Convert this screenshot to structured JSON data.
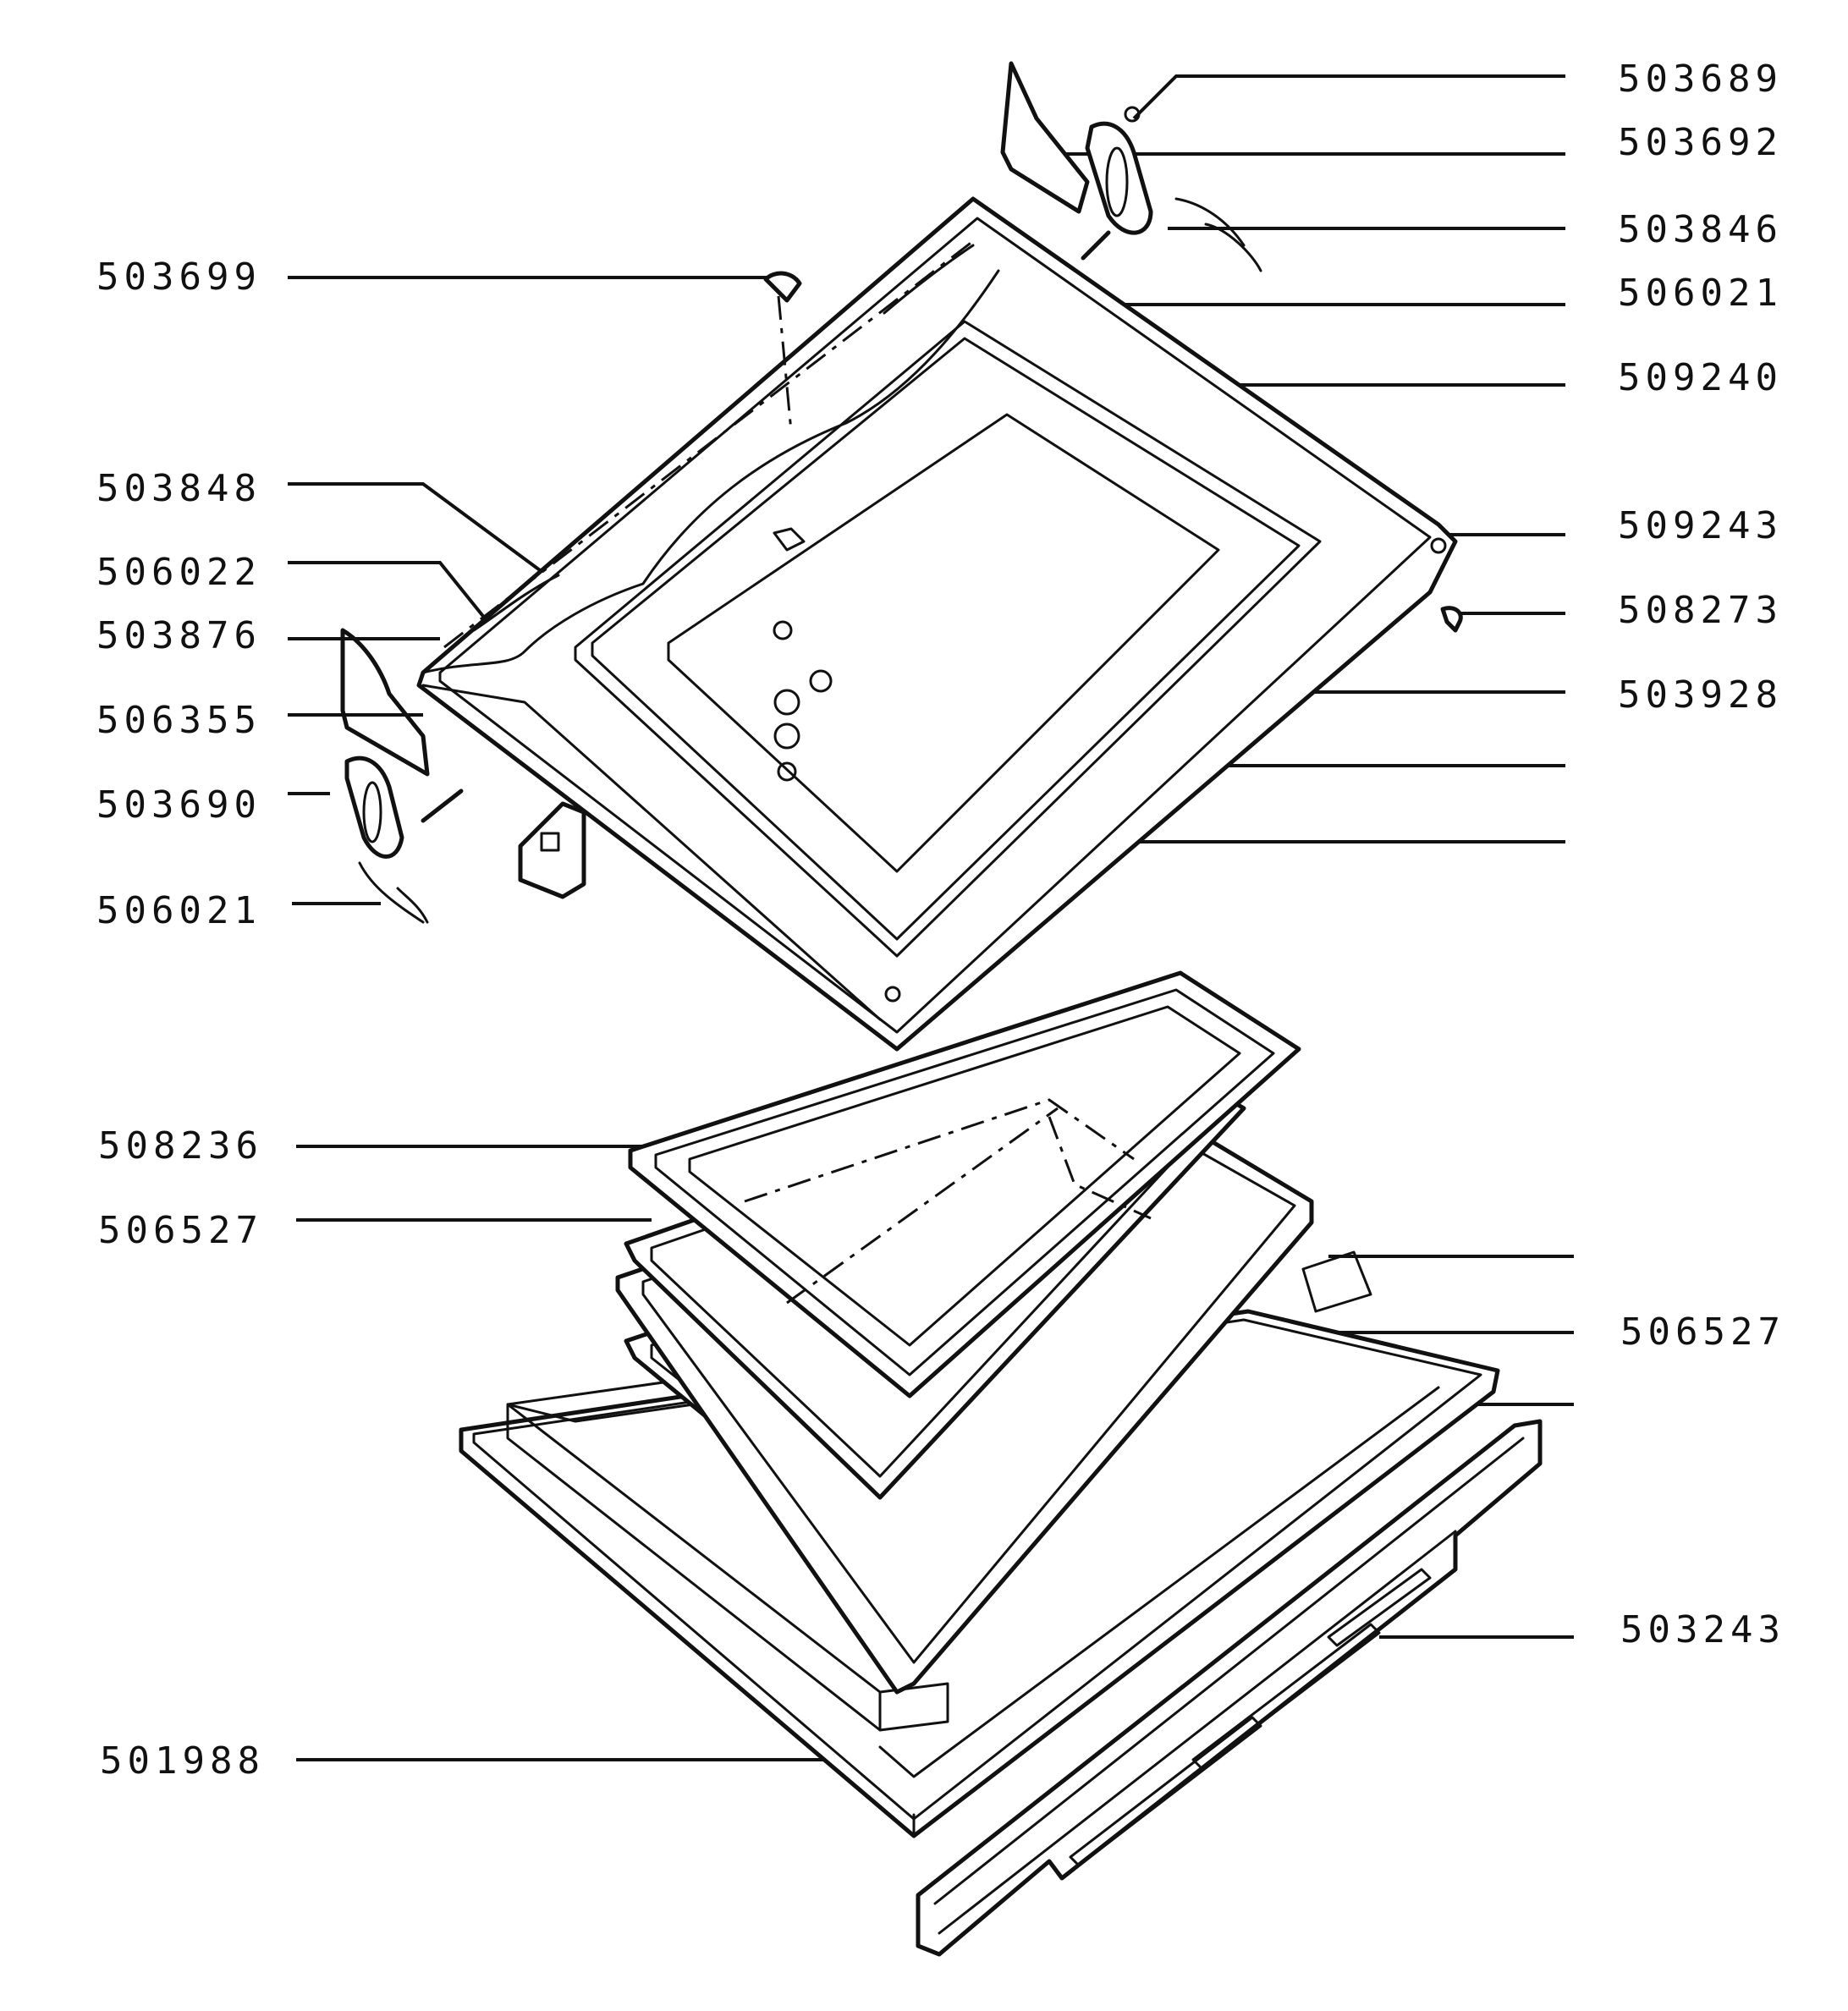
{
  "labels": {
    "left": [
      {
        "id": "503699",
        "text": "503699"
      },
      {
        "id": "503848",
        "text": "503848"
      },
      {
        "id": "506022",
        "text": "506022"
      },
      {
        "id": "503876",
        "text": "503876"
      },
      {
        "id": "506355",
        "text": "506355"
      },
      {
        "id": "503690",
        "text": "503690"
      },
      {
        "id": "506021_left",
        "text": "506021"
      },
      {
        "id": "508236",
        "text": "508236"
      },
      {
        "id": "506527_left",
        "text": "506527"
      },
      {
        "id": "501988",
        "text": "501988"
      }
    ],
    "right": [
      {
        "id": "503689",
        "text": "503689"
      },
      {
        "id": "503692",
        "text": "503692"
      },
      {
        "id": "503846",
        "text": "503846"
      },
      {
        "id": "506021_right",
        "text": "506021"
      },
      {
        "id": "509240",
        "text": "509240"
      },
      {
        "id": "509243",
        "text": "509243"
      },
      {
        "id": "508273",
        "text": "508273"
      },
      {
        "id": "503928",
        "text": "503928"
      },
      {
        "id": "506527_right",
        "text": "506527"
      },
      {
        "id": "503243",
        "text": "503243"
      }
    ]
  }
}
